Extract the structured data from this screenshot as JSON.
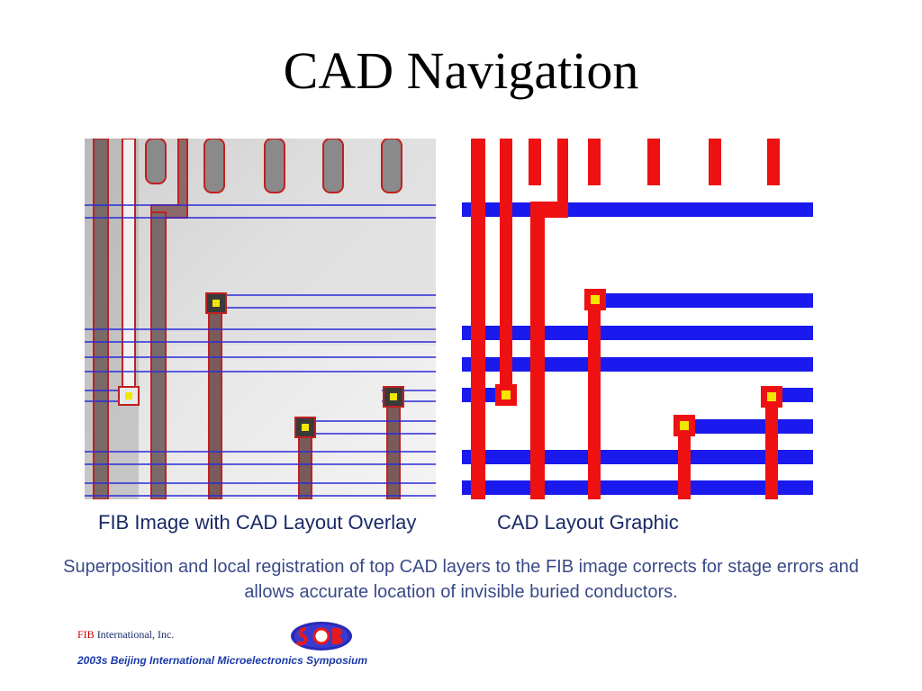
{
  "slide": {
    "title": "CAD Navigation",
    "left_caption": "FIB Image with CAD Layout Overlay",
    "right_caption": "CAD Layout Graphic",
    "description": "Superposition and local registration of top CAD layers to the FIB image corrects for stage errors and allows accurate location of invisible buried conductors."
  },
  "footer": {
    "company_prefix": "FIB",
    "company_rest": " International, Inc.",
    "symposium": "2003s Beijing International Microelectronics Symposium"
  },
  "colors": {
    "red": "#ee1111",
    "blue": "#1a1aee",
    "overlay_red": "#c81e1e",
    "overlay_blue": "#2b2bd8",
    "via_yellow": "#f2e600",
    "caption": "#1a2a66",
    "footer_blue": "#1a3aa8",
    "fib_red": "#cc0000"
  }
}
